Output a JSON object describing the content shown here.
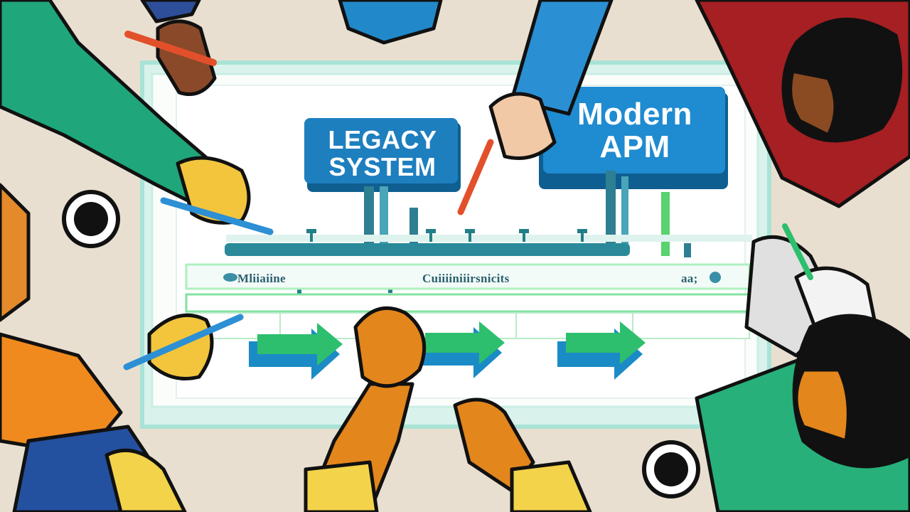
{
  "board": {
    "legacy_label": "LEGACY SYSTEM",
    "modern_label": "Modern APM",
    "row_text_left": "Mliiaiine",
    "row_text_mid": "Cuiiiiniiirsnicits",
    "row_text_right": "aa;"
  },
  "colors": {
    "background": "#e9dfd0",
    "board_blue": "#1e78b4",
    "arrow_green": "#2dbf6e",
    "arrow_blue": "#1b8bc6",
    "pipe_teal": "#2a8a9a"
  },
  "icons": [
    "coffee-cup-icon",
    "coffee-cup-icon"
  ]
}
